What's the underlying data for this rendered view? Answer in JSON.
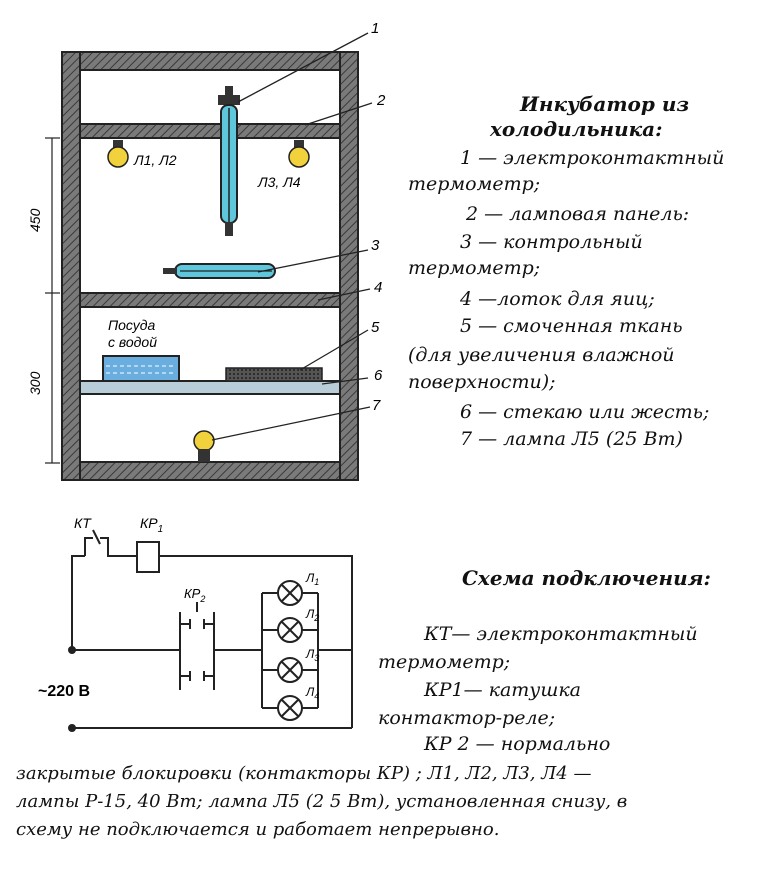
{
  "diagram": {
    "numbers": [
      "1",
      "2",
      "3",
      "4",
      "5",
      "6",
      "7"
    ],
    "lamps_top_left": "Л1, Л2",
    "lamps_top_right": "Л3, Л4",
    "dish_label": [
      "Посуда",
      "с водой"
    ],
    "dim_upper": "450",
    "dim_lower": "300",
    "kt": "КТ",
    "kp1": "КР",
    "kp1_sub": "1",
    "kp2": "КР",
    "kp2_sub": "2",
    "voltage": "~220 В",
    "lamp_labels": [
      "Л",
      "Л",
      "Л",
      "Л"
    ],
    "lamp_subs": [
      "1",
      "2",
      "3",
      "4"
    ]
  },
  "legend": {
    "title": [
      "Инкубатор из",
      "холодильника:"
    ],
    "items": [
      "1 — электроконтактный",
      "термометр;",
      "2 — ламповая панель:",
      "3 — контрольный",
      "термометр;",
      "4 —лоток для яиц;",
      "5 — смоченная ткань",
      "(для увеличения влажной",
      "поверхности);",
      "6 — стекаю или жесть;",
      "7 — лампа Л5 (25 Вт)"
    ]
  },
  "scheme": {
    "title": "Схема подключения:",
    "lines": [
      "КТ—  электроконтактный",
      "термометр;",
      "КР1— катушка",
      "контактор-реле;",
      "КР 2 — нормально",
      "закрытые блокировки (контакторы КР) ; Л1,  Л2, Л3,  Л4 —",
      "лампы Р-15, 40 Вт; лампа Л5  (2 5 Вт), установленная снизу, в",
      "схему не подключается и работает непрерывно."
    ]
  },
  "colors": {
    "wall": "#5e5e5e",
    "bulb": "#f2d23c",
    "thermo": "#5fc7dc",
    "water": "#6aaee0",
    "cloth": "#444444",
    "glass": "#b8cdd8"
  }
}
